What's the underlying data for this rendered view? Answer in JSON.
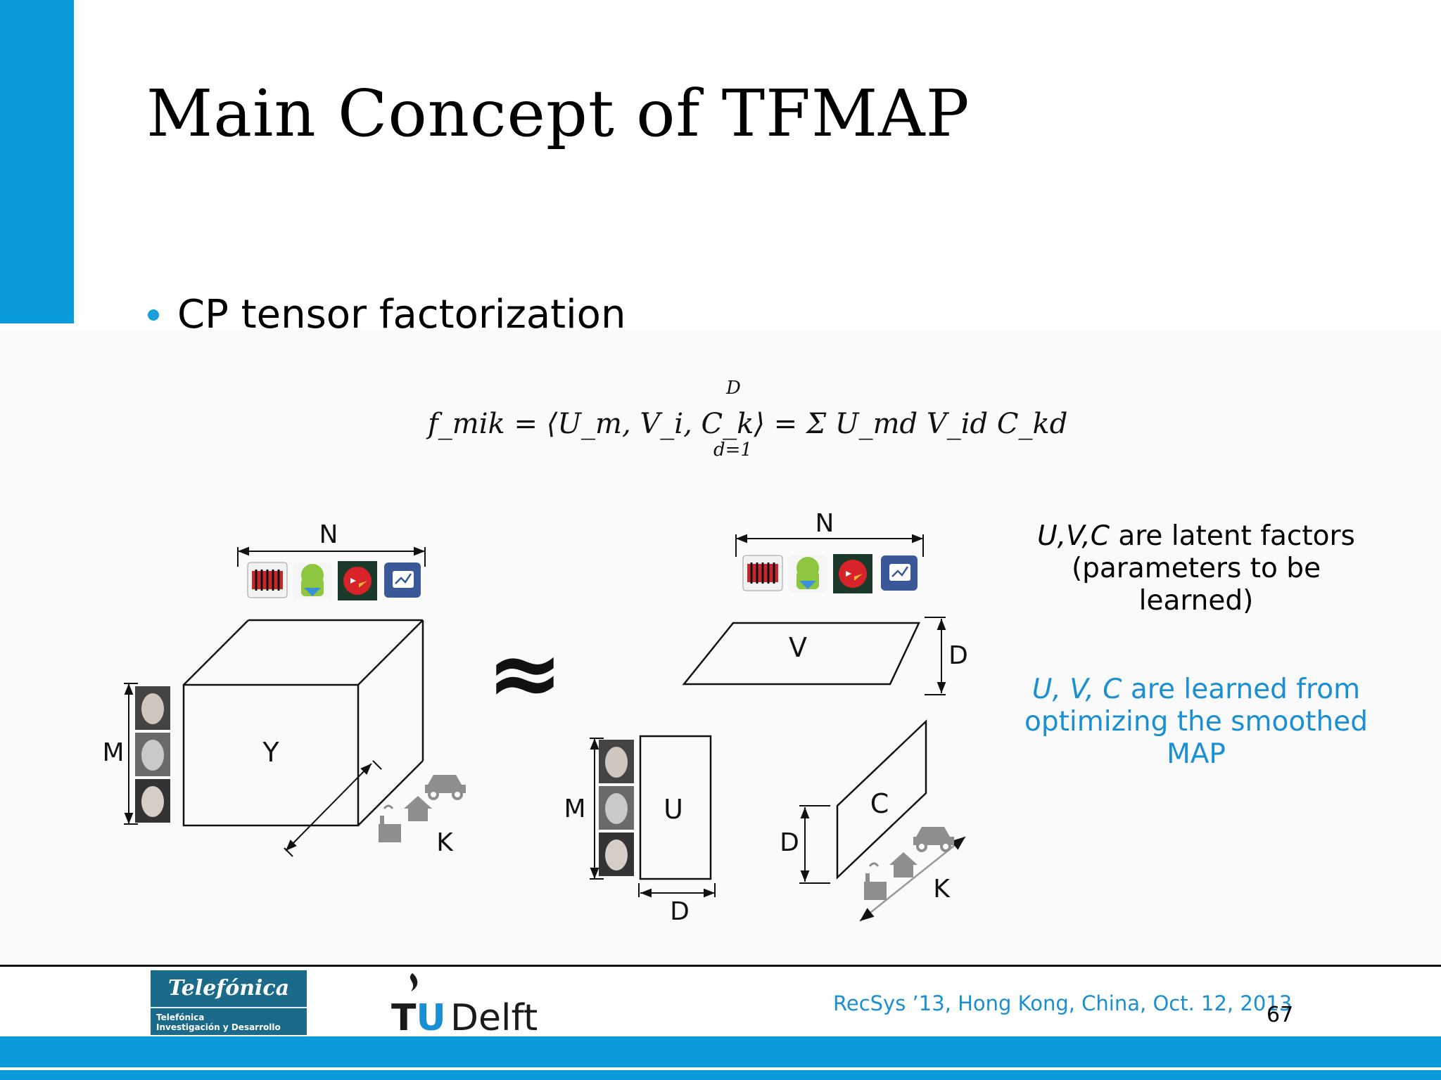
{
  "slide": {
    "title": "Main Concept of TFMAP",
    "bullet": "CP tensor factorization",
    "formula": {
      "main": "f_mik = ⟨U_m, V_i, C_k⟩ = Σ U_md V_id C_kd",
      "sigma_upper": "D",
      "sigma_lower": "d=1"
    },
    "diagram": {
      "approx_symbol": "≈",
      "labels": {
        "Y": "Y",
        "U": "U",
        "V": "V",
        "C": "C",
        "N": "N",
        "M": "M",
        "K": "K",
        "D": "D"
      }
    },
    "notes": {
      "latent_italic": "U,V,C",
      "latent_rest": " are latent factors",
      "latent_line2": "(parameters to be learned)",
      "learned_italic": "U, V, C",
      "learned_rest": " are learned from",
      "learned_line2": "optimizing the smoothed MAP"
    },
    "footer": {
      "conference": "RecSys ’13, Hong Kong, China, Oct. 12, 2013",
      "page_number": "67",
      "logo_telefonica": "Telefónica",
      "logo_telefonica_sub1": "Telefónica",
      "logo_telefonica_sub2": "Investigación y Desarrollo",
      "logo_tudelft_tu": "TU",
      "logo_tudelft_delft": "Delft"
    },
    "colors": {
      "accent": "#0b9bdb",
      "note_blue": "#1a8fd4"
    }
  }
}
